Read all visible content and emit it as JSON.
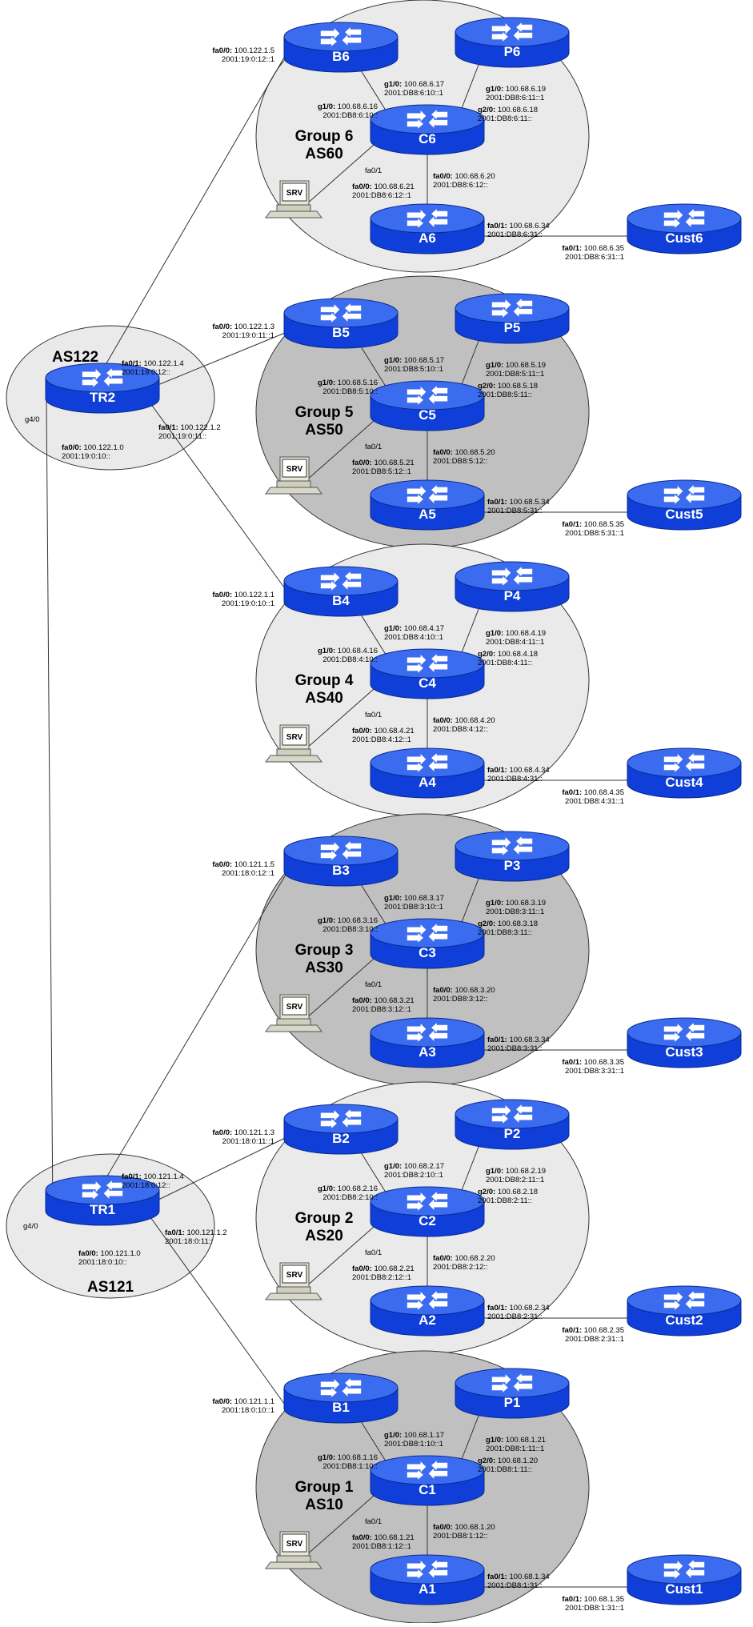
{
  "colors": {
    "router_top": "#3b6cf0",
    "router_side": "#0f3fd8",
    "router_arrow": "#ffffff",
    "group_fill_light": "#eaeaea",
    "group_fill_dark": "#c0c0c0",
    "line": "#333333"
  },
  "icons": {
    "router": "router-icon",
    "server": "server-icon"
  },
  "transit": {
    "tr2": {
      "as_label": "AS122",
      "name": "TR2",
      "g4": "g4/0",
      "fa00_a": "fa0/0:",
      "fa00_b": " 100.122.1.0",
      "fa00_v6": "2001:19:0:10::",
      "fa01a_a": "fa0/1:",
      "fa01a_b": " 100.122.1.4",
      "fa01a_v6": "2001:19:0:12::",
      "fa01b_a": "fa0/1:",
      "fa01b_b": " 100.122.1.2",
      "fa01b_v6": "2001:19:0:11::"
    },
    "tr1": {
      "as_label": "AS121",
      "name": "TR1",
      "g4": "g4/0",
      "fa00_a": "fa0/0:",
      "fa00_b": " 100.121.1.0",
      "fa00_v6": "2001:18:0:10::",
      "fa01a_a": "fa0/1:",
      "fa01a_b": " 100.121.1.4",
      "fa01a_v6": "2001:18:0:12::",
      "fa01b_a": "fa0/1:",
      "fa01b_b": " 100.121.1.2",
      "fa01b_v6": "2001:18:0:11::"
    }
  },
  "groups": [
    {
      "id": "g6",
      "title1": "Group 6",
      "title2": "AS60",
      "shade": "light",
      "b": "B6",
      "p": "P6",
      "c": "C6",
      "a": "A6",
      "cust": "Cust6",
      "srv": "SRV",
      "b_up_if": "fa0/0:",
      "b_up_ip": " 100.122.1.5",
      "b_up_v6": "2001:19:0:12::1",
      "b_c_if": "g1/0:",
      "b_c_ip": " 100.68.6.17",
      "b_c_v6": "2001:DB8:6:10::1",
      "c_b_if": "g1/0:",
      "c_b_ip": " 100.68.6.16",
      "c_b_v6": "2001:DB8:6:10::",
      "p_g1_if": "g1/0:",
      "p_g1_ip": " 100.68.6.19",
      "p_g1_v6": "2001:DB8:6:11::1",
      "p_g2_if": "g2/0:",
      "p_g2_ip": " 100.68.6.18",
      "p_g2_v6": "2001:DB8:6:11::",
      "c_fa01": "fa0/1",
      "c_srv_if": "fa0/0:",
      "c_srv_ip": " 100.68.6.21",
      "c_srv_v6": "2001:DB8:6:12::1",
      "c_a_if": "fa0/0:",
      "c_a_ip": " 100.68.6.20",
      "c_a_v6": "2001:DB8:6:12::",
      "a_cust_if": "fa0/1:",
      "a_cust_ip": " 100.68.6.34",
      "a_cust_v6": "2001:DB8:6:31::",
      "cust_if": "fa0/1:",
      "cust_ip": " 100.68.6.35",
      "cust_v6": "2001:DB8:6:31::1"
    },
    {
      "id": "g5",
      "title1": "Group 5",
      "title2": "AS50",
      "shade": "dark",
      "b": "B5",
      "p": "P5",
      "c": "C5",
      "a": "A5",
      "cust": "Cust5",
      "srv": "SRV",
      "b_up_if": "fa0/0:",
      "b_up_ip": " 100.122.1.3",
      "b_up_v6": "2001:19:0:11::1",
      "b_c_if": "g1/0:",
      "b_c_ip": " 100.68.5.17",
      "b_c_v6": "2001:DB8:5:10::1",
      "c_b_if": "g1/0:",
      "c_b_ip": " 100.68.5.16",
      "c_b_v6": "2001:DB8:5:10::",
      "p_g1_if": "g1/0:",
      "p_g1_ip": " 100.68.5.19",
      "p_g1_v6": "2001:DB8:5:11::1",
      "p_g2_if": "g2/0:",
      "p_g2_ip": " 100.68.5.18",
      "p_g2_v6": "2001:DB8:5:11::",
      "c_fa01": "fa0/1",
      "c_srv_if": "fa0/0:",
      "c_srv_ip": " 100.68.5.21",
      "c_srv_v6": "2001:DB8:5:12::1",
      "c_a_if": "fa0/0:",
      "c_a_ip": " 100.68.5.20",
      "c_a_v6": "2001:DB8:5:12::",
      "a_cust_if": "fa0/1:",
      "a_cust_ip": " 100.68.5.34",
      "a_cust_v6": "2001:DB8:5:31::",
      "cust_if": "fa0/1:",
      "cust_ip": " 100.68.5.35",
      "cust_v6": "2001:DB8:5:31::1"
    },
    {
      "id": "g4",
      "title1": "Group 4",
      "title2": "AS40",
      "shade": "light",
      "b": "B4",
      "p": "P4",
      "c": "C4",
      "a": "A4",
      "cust": "Cust4",
      "srv": "SRV",
      "b_up_if": "fa0/0:",
      "b_up_ip": " 100.122.1.1",
      "b_up_v6": "2001:19:0:10::1",
      "b_c_if": "g1/0:",
      "b_c_ip": " 100.68.4.17",
      "b_c_v6": "2001:DB8:4:10::1",
      "c_b_if": "g1/0:",
      "c_b_ip": " 100.68.4.16",
      "c_b_v6": "2001:DB8:4:10::",
      "p_g1_if": "g1/0:",
      "p_g1_ip": " 100.68.4.19",
      "p_g1_v6": "2001:DB8:4:11::1",
      "p_g2_if": "g2/0:",
      "p_g2_ip": " 100.68.4.18",
      "p_g2_v6": "2001:DB8:4:11::",
      "c_fa01": "fa0/1",
      "c_srv_if": "fa0/0:",
      "c_srv_ip": " 100.68.4.21",
      "c_srv_v6": "2001:DB8:4:12::1",
      "c_a_if": "fa0/0:",
      "c_a_ip": " 100.68.4.20",
      "c_a_v6": "2001:DB8:4:12::",
      "a_cust_if": "fa0/1:",
      "a_cust_ip": " 100.68.4.34",
      "a_cust_v6": "2001:DB8:4:31::",
      "cust_if": "fa0/1:",
      "cust_ip": " 100.68.4.35",
      "cust_v6": "2001:DB8:4:31::1"
    },
    {
      "id": "g3",
      "title1": "Group 3",
      "title2": "AS30",
      "shade": "dark",
      "b": "B3",
      "p": "P3",
      "c": "C3",
      "a": "A3",
      "cust": "Cust3",
      "srv": "SRV",
      "b_up_if": "fa0/0:",
      "b_up_ip": " 100.121.1.5",
      "b_up_v6": "2001:18:0:12::1",
      "b_c_if": "g1/0:",
      "b_c_ip": " 100.68.3.17",
      "b_c_v6": "2001:DB8:3:10::1",
      "c_b_if": "g1/0:",
      "c_b_ip": " 100.68.3.16",
      "c_b_v6": "2001:DB8:3:10::",
      "p_g1_if": "g1/0:",
      "p_g1_ip": " 100.68.3.19",
      "p_g1_v6": "2001:DB8:3:11::1",
      "p_g2_if": "g2/0:",
      "p_g2_ip": " 100.68.3.18",
      "p_g2_v6": "2001:DB8:3:11::",
      "c_fa01": "fa0/1",
      "c_srv_if": "fa0/0:",
      "c_srv_ip": " 100.68.3.21",
      "c_srv_v6": "2001:DB8:3:12::1",
      "c_a_if": "fa0/0:",
      "c_a_ip": " 100.68.3.20",
      "c_a_v6": "2001:DB8:3:12::",
      "a_cust_if": "fa0/1:",
      "a_cust_ip": " 100.68.3.34",
      "a_cust_v6": "2001:DB8:3:31::",
      "cust_if": "fa0/1:",
      "cust_ip": " 100.68.3.35",
      "cust_v6": "2001:DB8:3:31::1"
    },
    {
      "id": "g2",
      "title1": "Group 2",
      "title2": "AS20",
      "shade": "light",
      "b": "B2",
      "p": "P2",
      "c": "C2",
      "a": "A2",
      "cust": "Cust2",
      "srv": "SRV",
      "b_up_if": "fa0/0:",
      "b_up_ip": " 100.121.1.3",
      "b_up_v6": "2001:18:0:11::1",
      "b_c_if": "g1/0:",
      "b_c_ip": " 100.68.2.17",
      "b_c_v6": "2001:DB8:2:10::1",
      "c_b_if": "g1/0:",
      "c_b_ip": " 100.68.2.16",
      "c_b_v6": "2001:DB8:2:10::",
      "p_g1_if": "g1/0:",
      "p_g1_ip": " 100.68.2.19",
      "p_g1_v6": "2001:DB8:2:11::1",
      "p_g2_if": "g2/0:",
      "p_g2_ip": " 100.68.2.18",
      "p_g2_v6": "2001:DB8:2:11::",
      "c_fa01": "fa0/1",
      "c_srv_if": "fa0/0:",
      "c_srv_ip": " 100.68.2.21",
      "c_srv_v6": "2001:DB8:2:12::1",
      "c_a_if": "fa0/0:",
      "c_a_ip": " 100.68.2.20",
      "c_a_v6": "2001:DB8:2:12::",
      "a_cust_if": "fa0/1:",
      "a_cust_ip": " 100.68.2.34",
      "a_cust_v6": "2001:DB8:2:31::",
      "cust_if": "fa0/1:",
      "cust_ip": " 100.68.2.35",
      "cust_v6": "2001:DB8:2:31::1"
    },
    {
      "id": "g1",
      "title1": "Group 1",
      "title2": "AS10",
      "shade": "dark",
      "b": "B1",
      "p": "P1",
      "c": "C1",
      "a": "A1",
      "cust": "Cust1",
      "srv": "SRV",
      "b_up_if": "fa0/0:",
      "b_up_ip": " 100.121.1.1",
      "b_up_v6": "2001:18:0:10::1",
      "b_c_if": "g1/0:",
      "b_c_ip": " 100.68.1.17",
      "b_c_v6": "2001:DB8:1:10::1",
      "c_b_if": "g1/0:",
      "c_b_ip": " 100.68.1.16",
      "c_b_v6": "2001:DB8:1:10::",
      "p_g1_if": "g1/0:",
      "p_g1_ip": " 100.68.1.21",
      "p_g1_v6": "2001:DB8:1:11::1",
      "p_g2_if": "g2/0:",
      "p_g2_ip": " 100.68.1.20",
      "p_g2_v6": "2001:DB8:1:11::",
      "c_fa01": "fa0/1",
      "c_srv_if": "fa0/0:",
      "c_srv_ip": " 100.68.1.21",
      "c_srv_v6": "2001:DB8:1:12::1",
      "c_a_if": "fa0/0:",
      "c_a_ip": " 100.68.1.20",
      "c_a_v6": "2001:DB8:1:12::",
      "a_cust_if": "fa0/1:",
      "a_cust_ip": " 100.68.1.34",
      "a_cust_v6": "2001:DB8:1:31::",
      "cust_if": "fa0/1:",
      "cust_ip": " 100.68.1.35",
      "cust_v6": "2001:DB8:1:31::1"
    }
  ]
}
